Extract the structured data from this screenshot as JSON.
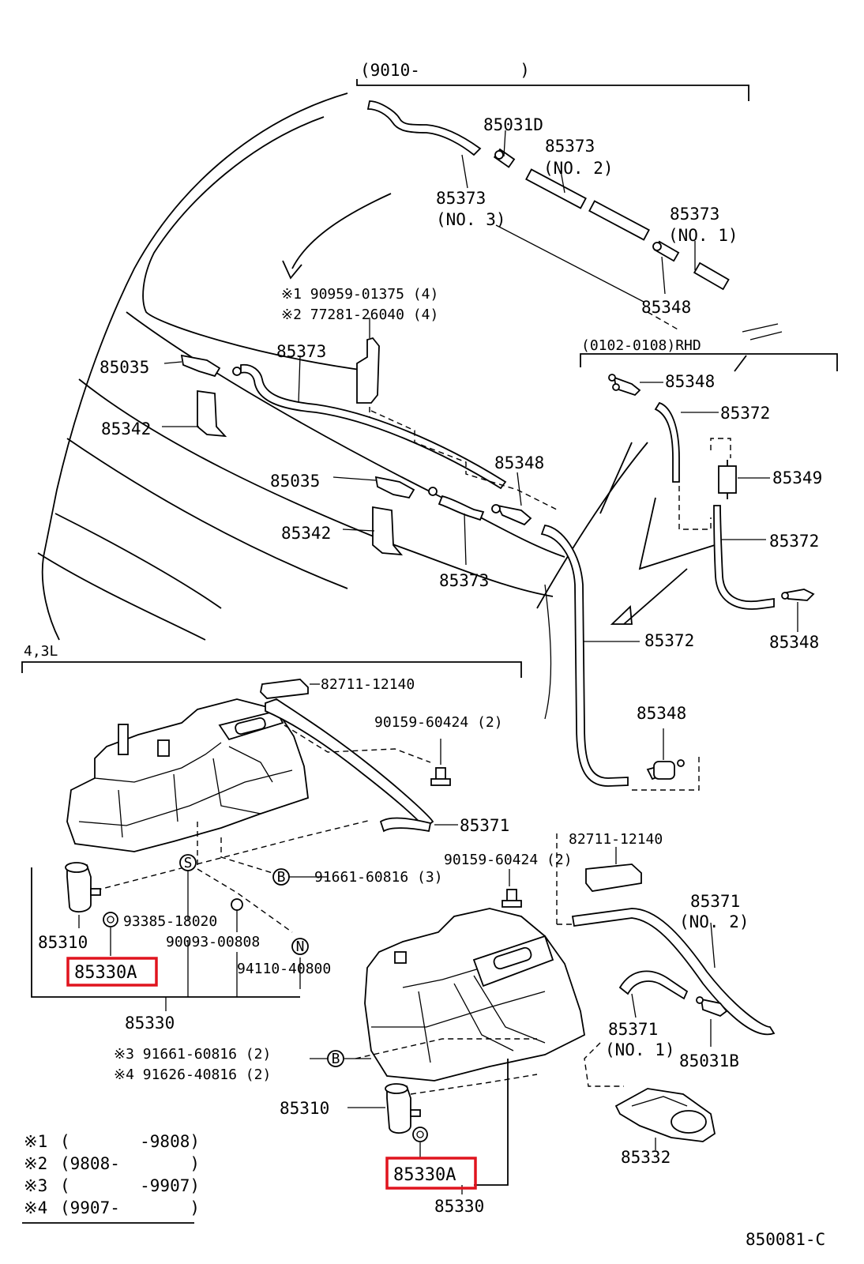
{
  "labels": {
    "range_top": "(9010-          )",
    "p85031D": "85031D",
    "p85373_no2": "85373",
    "no2": "(NO. 2)",
    "p85373_no3": "85373",
    "no3": "(NO. 3)",
    "p85373_no1": "85373",
    "no1": "(NO. 1)",
    "p85348_top": "85348",
    "note1": "※1 90959-01375 (4)",
    "note2": "※2 77281-26040 (4)",
    "p85373_mid": "85373",
    "p85035_a": "85035",
    "p85342_a": "85342",
    "rhd": "(0102-0108)RHD",
    "p85348_rhd": "85348",
    "p85372_a": "85372",
    "p85349": "85349",
    "p85372_b": "85372",
    "p85348_mid": "85348",
    "p85035_b": "85035",
    "p85342_b": "85342",
    "p85373_low": "85373",
    "p85348_r": "85348",
    "p85372_c": "85372",
    "engine": "4,3L",
    "p82711_a": "82711-12140",
    "p90159_a": "90159-60424 (2)",
    "p85348_low": "85348",
    "p85371": "85371",
    "p82711_b": "82711-12140",
    "p90159_b": "90159-60424 (2)",
    "p91661": "91661-60816 (3)",
    "p85310_a": "85310",
    "p93385": "93385-18020",
    "p90093": "90093-00808",
    "p94110": "94110-40800",
    "p85330A_a": "85330A",
    "p85330_a": "85330",
    "p85371_no2": "85371",
    "no2b": "(NO. 2)",
    "p85371_no1": "85371",
    "no1b": "(NO. 1)",
    "p85031B": "85031B",
    "note3": "※3 91661-60816 (2)",
    "note4": "※4 91626-40816 (2)",
    "p85310_b": "85310",
    "p85332": "85332",
    "p85330A_b": "85330A",
    "p85330_b": "85330",
    "fig_code": "850081-C"
  },
  "circle_letters": {
    "s": "S",
    "b1": "B",
    "b2": "B",
    "n": "N"
  },
  "legend": [
    {
      "mark": "※1",
      "range": "(       -9808)"
    },
    {
      "mark": "※2",
      "range": "(9808-       )"
    },
    {
      "mark": "※3",
      "range": "(       -9907)"
    },
    {
      "mark": "※4",
      "range": "(9907-       )"
    }
  ],
  "colors": {
    "highlight": "#e0141e",
    "ink": "#000000",
    "background": "#ffffff"
  }
}
